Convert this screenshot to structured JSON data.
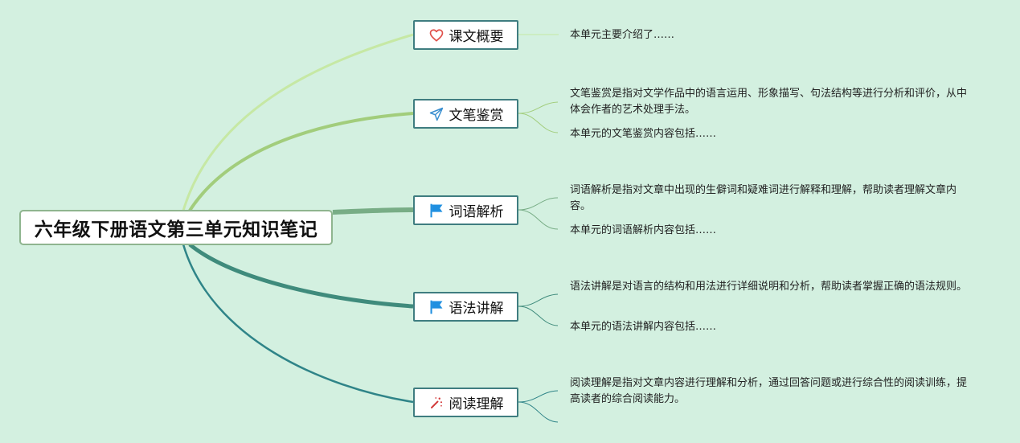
{
  "root": {
    "title": "六年级下册语文第三单元知识笔记"
  },
  "branches": [
    {
      "label": "课文概要",
      "icon": "heart-icon",
      "icon_color": "#e0504a",
      "notes": [
        "本单元主要介绍了……"
      ]
    },
    {
      "label": "文笔鉴赏",
      "icon": "paper-plane-icon",
      "icon_color": "#3a8fd0",
      "notes": [
        "文笔鉴赏是指对文学作品中的语言运用、形象描写、句法结构等进行分析和评价，从中体会作者的艺术处理手法。",
        "本单元的文笔鉴赏内容包括……"
      ]
    },
    {
      "label": "词语解析",
      "icon": "flag-icon",
      "icon_color": "#1f8fe0",
      "notes": [
        "词语解析是指对文章中出现的生僻词和疑难词进行解释和理解，帮助读者理解文章内容。",
        "本单元的词语解析内容包括……"
      ]
    },
    {
      "label": "语法讲解",
      "icon": "flag-icon",
      "icon_color": "#1f8fe0",
      "notes": [
        "语法讲解是对语言的结构和用法进行详细说明和分析，帮助读者掌握正确的语法规则。",
        "本单元的语法讲解内容包括……"
      ]
    },
    {
      "label": "阅读理解",
      "icon": "magic-wand-icon",
      "icon_color": "#d23a3a",
      "notes": [
        "阅读理解是指对文章内容进行理解和分析，通过回答问题或进行综合性的阅读训练，提高读者的综合阅读能力。",
        ""
      ]
    }
  ],
  "colors": {
    "background": "#d3f0e0",
    "branch_lines": [
      "#c6e8a4",
      "#a2cd7c",
      "#78ad86",
      "#3f8b7c",
      "#2f8488"
    ]
  }
}
